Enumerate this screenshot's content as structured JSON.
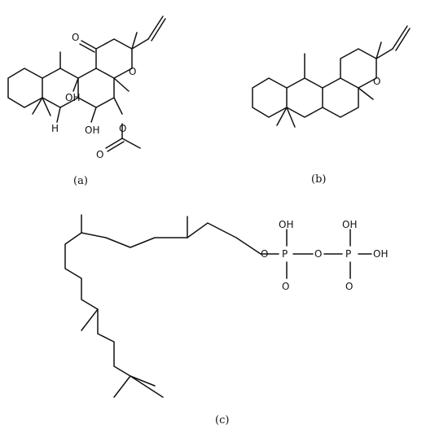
{
  "figure": {
    "colors": {
      "bond": "#111111",
      "background": "#ffffff"
    },
    "panels": {
      "a": {
        "caption": "(a)",
        "atoms": {
          "ketone_o": "O",
          "ring_o": "O",
          "oh_top": "OH",
          "h": "H",
          "oh_bottom": "OH",
          "ester_o": "O",
          "carbonyl_o": "O"
        }
      },
      "b": {
        "caption": "(b)",
        "atoms": {
          "ring_o": "O"
        }
      },
      "c": {
        "caption": "(c)",
        "atoms": {
          "o1": "O",
          "p1": "P",
          "o2": "O",
          "p2": "P",
          "oh_p1": "OH",
          "o_p1": "O",
          "oh_p2_top": "OH",
          "oh_p2_right": "OH",
          "o_p2": "O"
        }
      }
    }
  }
}
